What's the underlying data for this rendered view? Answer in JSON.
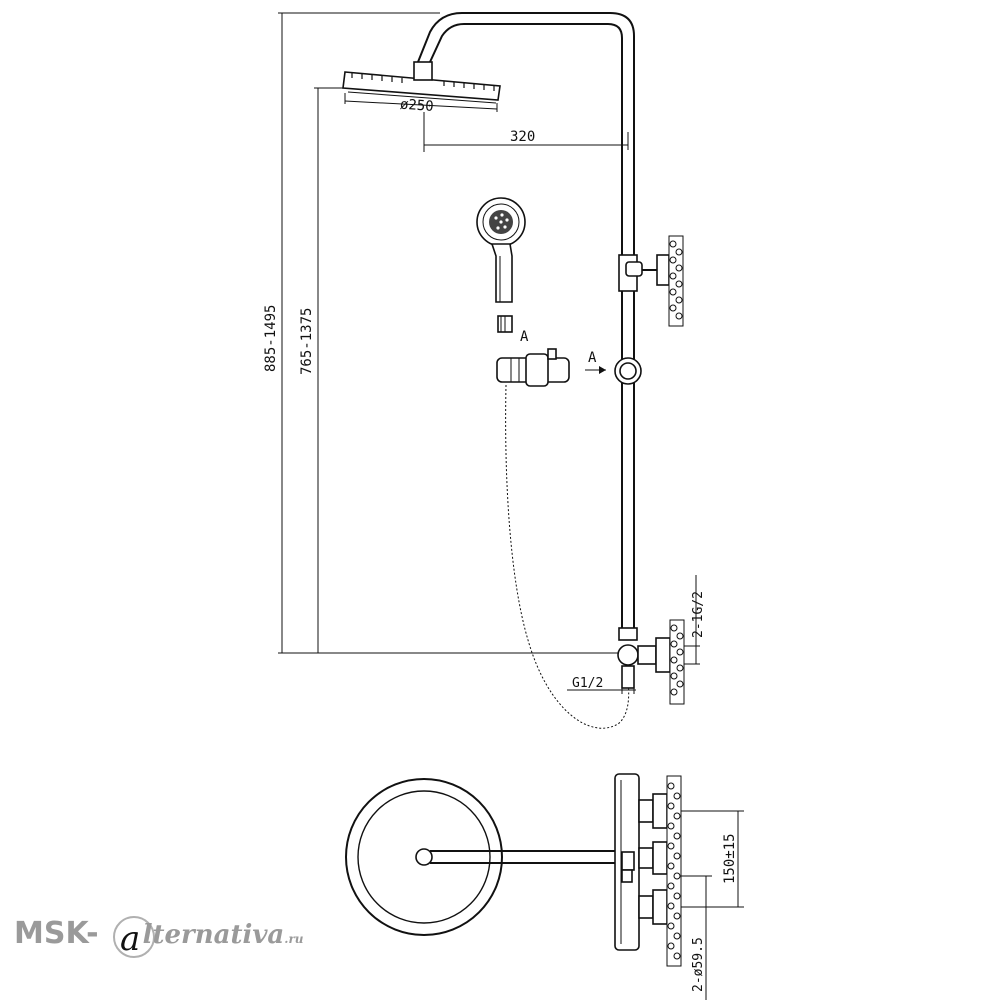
{
  "dimensions": {
    "overall_height": "885-1495",
    "shower_arm_height": "765-1375",
    "head_diameter": "ø250",
    "arm_reach": "320",
    "inlet_connections": "2-1G/2",
    "outlet_thread": "G1/2",
    "inlet_spacing": "150±15",
    "escutcheon_diameter": "2-ø59.5"
  },
  "labels": {
    "section_a_left": "A",
    "section_a_right": "A"
  },
  "watermark": {
    "brand": "MSK-",
    "rest": "lternativa",
    "suffix": ".ru"
  }
}
